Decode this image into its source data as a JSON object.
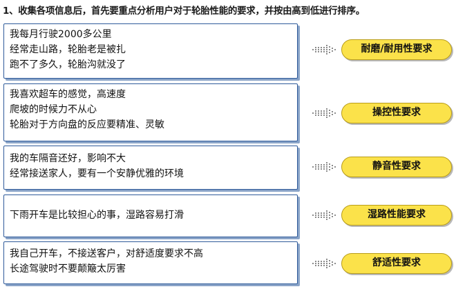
{
  "header": {
    "text": "1、收集各项信息后，首先要重点分析用户对于轮胎性能的要求，并按由高到低进行排序。"
  },
  "rows": [
    {
      "lines": [
        "我每月行驶2000多公里",
        "经常走山路，轮胎老是被扎",
        "跑不了多久，轮胎沟就没了"
      ],
      "label": "耐磨/耐用性要求"
    },
    {
      "lines": [
        "我喜欢超车的感觉，高速度",
        "爬坡的时候力不从心",
        "轮胎对于方向盘的反应要精准、灵敏"
      ],
      "label": "操控性要求"
    },
    {
      "lines": [
        "我的车隔音还好，影响不大",
        "经常接送家人，要有一个安静优雅的环境"
      ],
      "label": "静音性要求"
    },
    {
      "lines": [
        "下雨开车是比较担心的事，湿路容易打滑"
      ],
      "label": "湿路性能要求"
    },
    {
      "lines": [
        "我自己开车，不接送客户，对舒适度要求不高",
        "长途驾驶时不要颠簸太厉害"
      ],
      "label": "舒适性要求"
    }
  ]
}
